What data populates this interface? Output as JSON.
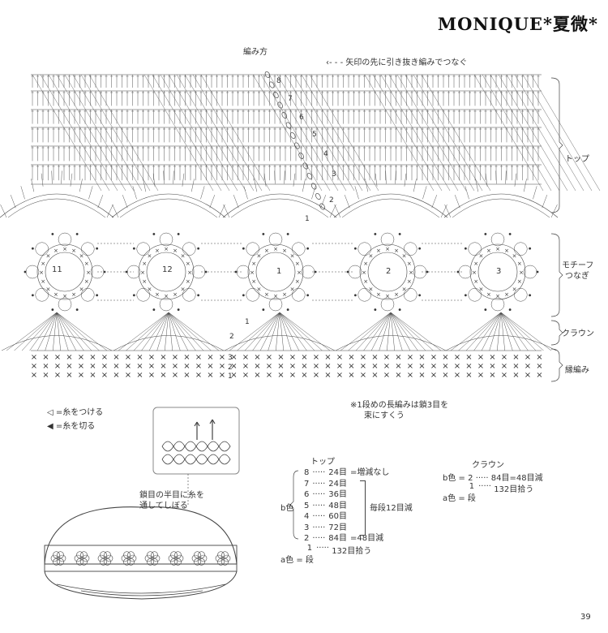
{
  "watermark": "MONIQUE*夏微*",
  "title": "編み方",
  "arrow_note": "矢印の先に引き抜き編みでつなぐ",
  "sections": {
    "top": "トップ",
    "motif_line1": "モチーフ",
    "motif_line2": "つなぎ",
    "crown": "クラウン",
    "edge": "縁編み"
  },
  "motifs": [
    "11",
    "12",
    "1",
    "2",
    "3"
  ],
  "row_numbers": [
    "8",
    "7",
    "6",
    "5",
    "4",
    "3",
    "2",
    "1",
    "2",
    "1",
    "3",
    "2",
    "1"
  ],
  "legend": {
    "attach": "=糸をつける",
    "cut": "=糸を切る"
  },
  "footnote_line1": "※1段めの長編みは鎖3目を",
  "footnote_line2": "束にすくう",
  "illustration_label_line1": "鎖目の半目に糸を",
  "illustration_label_line2": "通してしぼる",
  "top_table": {
    "title": "トップ",
    "color_b": "b色",
    "color_a": "a色",
    "rows": [
      {
        "row": "8",
        "dots": "·····",
        "count": "24目",
        "note": "=増減なし"
      },
      {
        "row": "7",
        "dots": "·····",
        "count": "24目",
        "note": ""
      },
      {
        "row": "6",
        "dots": "·····",
        "count": "36目",
        "note": ""
      },
      {
        "row": "5",
        "dots": "·····",
        "count": "48目",
        "note": "毎段12目減"
      },
      {
        "row": "4",
        "dots": "·····",
        "count": "60目",
        "note": ""
      },
      {
        "row": "3",
        "dots": "·····",
        "count": "72目",
        "note": ""
      },
      {
        "row": "2",
        "dots": "·····",
        "count": "84目",
        "note": "=48目減"
      }
    ],
    "a_row": {
      "eq": "=",
      "row": "1",
      "unit": "段",
      "dots": "·····",
      "count": "132目拾う"
    }
  },
  "crown_table": {
    "title": "クラウン",
    "b_row": {
      "color": "b色",
      "eq": "=",
      "row": "2",
      "dots": "·····",
      "count": "84目",
      "note": "=48目減"
    },
    "a_row": {
      "color": "a色",
      "eq": "=",
      "row": "1",
      "unit": "段",
      "dots": "·····",
      "count": "132目拾う"
    }
  },
  "page_number": "39"
}
